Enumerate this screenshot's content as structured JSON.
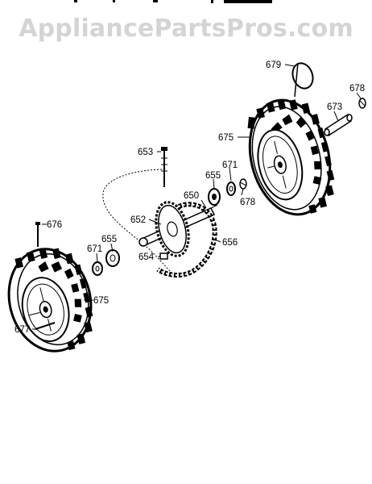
{
  "watermark": "AppliancePartsPros.com",
  "parts": {
    "p650": "650",
    "p652": "652",
    "p653": "653",
    "p654": "654",
    "p655_left": "655",
    "p655_right": "655",
    "p656": "656",
    "p671_left": "671",
    "p671_right": "671",
    "p673": "673",
    "p675_left": "675",
    "p675_right": "675",
    "p676": "676",
    "p677": "677",
    "p678_top": "678",
    "p678_mid": "678",
    "p679": "679"
  },
  "colors": {
    "ink": "#000000",
    "watermark": "#d4d4d4",
    "background": "#ffffff"
  }
}
